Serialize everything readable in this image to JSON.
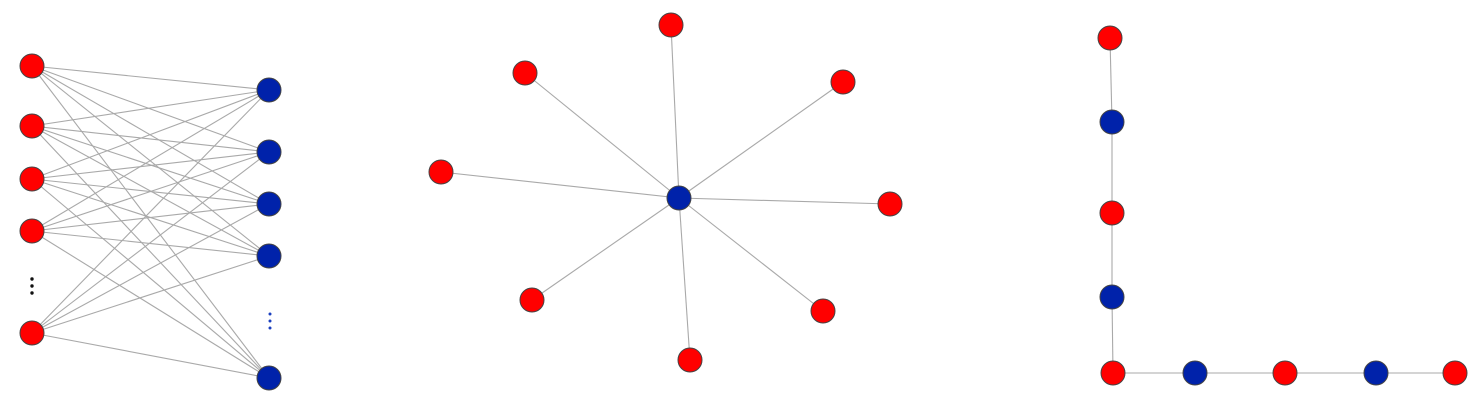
{
  "colors": {
    "red": "#ff0000",
    "blue": "#0022aa",
    "edge": "#a9a9a9",
    "outline": "#444444",
    "ellipsis_left": "#111111",
    "ellipsis_right": "#1a3fbf"
  },
  "diagrams": [
    {
      "id": "complete-bipartite",
      "left_nodes": 5,
      "right_nodes": 5,
      "left_ellipsis": true,
      "right_ellipsis": true,
      "edges": "all-left-to-all-right"
    },
    {
      "id": "star",
      "center": "blue",
      "leaves": 8,
      "leaf_color": "red"
    },
    {
      "id": "path",
      "sequence": [
        "red",
        "blue",
        "red",
        "blue",
        "red",
        "blue",
        "red",
        "blue",
        "red"
      ]
    }
  ]
}
